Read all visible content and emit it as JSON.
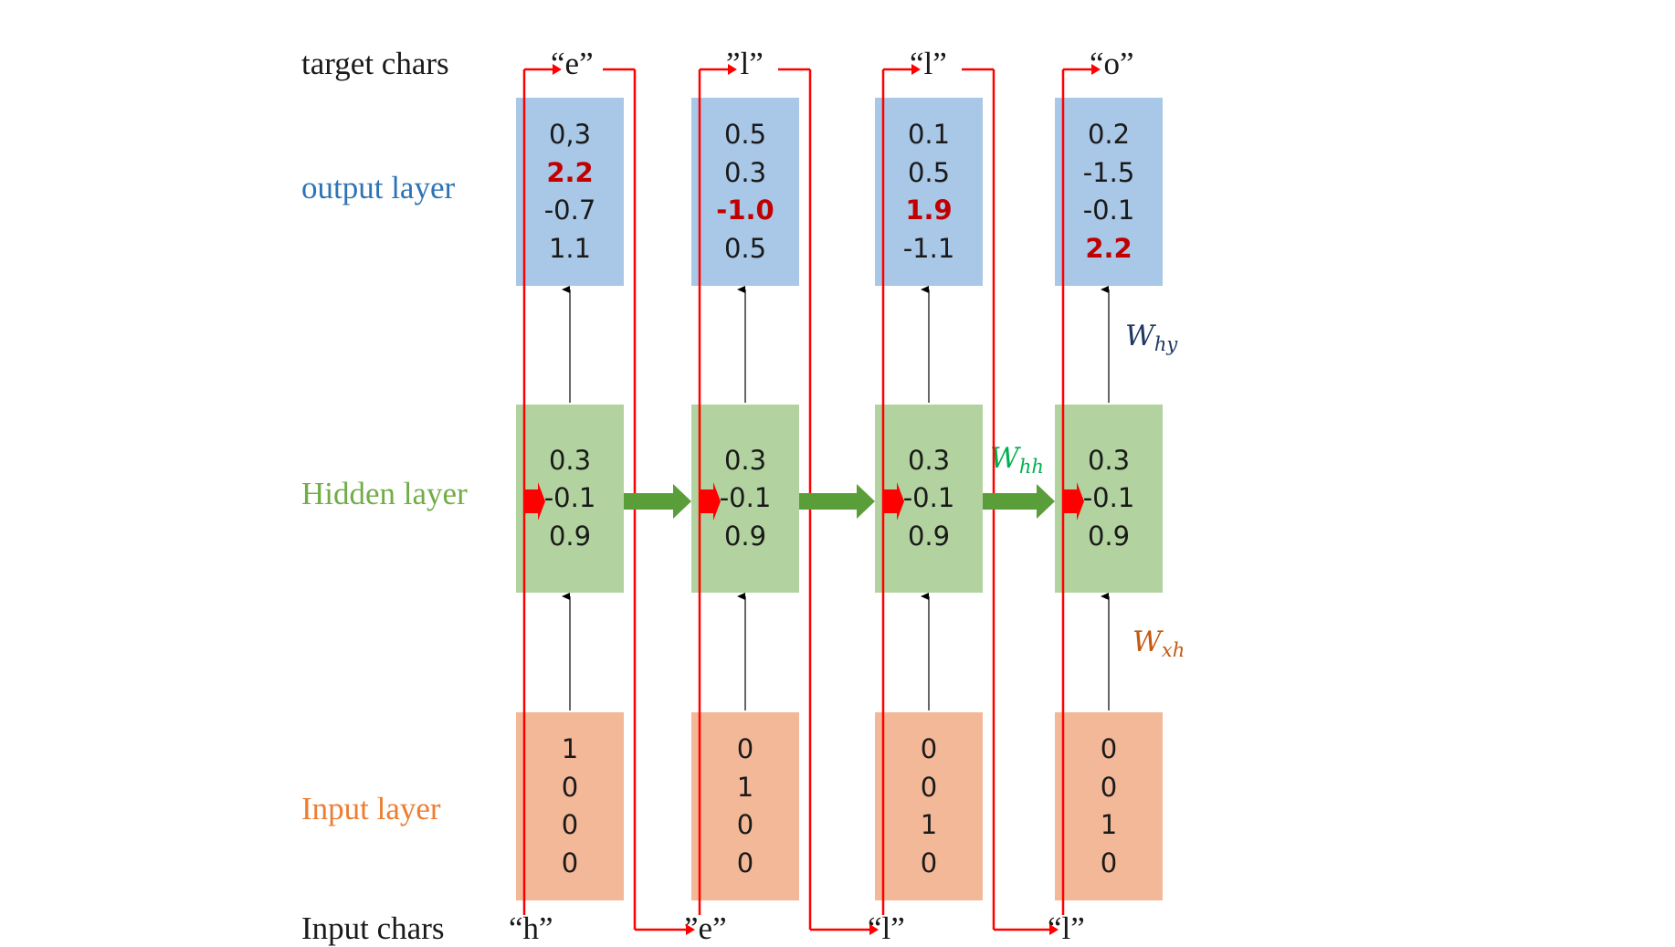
{
  "labels": {
    "target": "target chars",
    "output": "output layer",
    "hidden": "Hidden layer",
    "input": "Input layer",
    "input_chars": "Input chars"
  },
  "target_chars": [
    "“e”",
    "”l”",
    "“l”",
    "“o”"
  ],
  "input_chars": [
    "“h”",
    "”e”",
    "“l”",
    "“l”"
  ],
  "output_values": [
    [
      "0,3",
      "2.2",
      "-0.7",
      "1.1"
    ],
    [
      "0.5",
      "0.3",
      "-1.0",
      "0.5"
    ],
    [
      "0.1",
      "0.5",
      "1.9",
      "-1.1"
    ],
    [
      "0.2",
      "-1.5",
      "-0.1",
      "2.2"
    ]
  ],
  "output_highlight_index": [
    1,
    2,
    2,
    3
  ],
  "hidden_values": [
    [
      "0.3",
      "-0.1",
      "0.9"
    ],
    [
      "0.3",
      "-0.1",
      "0.9"
    ],
    [
      "0.3",
      "-0.1",
      "0.9"
    ],
    [
      "0.3",
      "-0.1",
      "0.9"
    ]
  ],
  "input_values": [
    [
      "1",
      "0",
      "0",
      "0"
    ],
    [
      "0",
      "1",
      "0",
      "0"
    ],
    [
      "0",
      "0",
      "1",
      "0"
    ],
    [
      "0",
      "0",
      "1",
      "0"
    ]
  ],
  "weights": {
    "why": {
      "base": "W",
      "sub": "hy"
    },
    "whh": {
      "base": "W",
      "sub": "hh"
    },
    "wxh": {
      "base": "W",
      "sub": "xh"
    }
  },
  "colors": {
    "output_box": "#a9c7e6",
    "hidden_box": "#b2d3a0",
    "input_box": "#f3b897",
    "highlight": "#c00000",
    "red_line": "#ff0000",
    "green_arrow": "#5a9e3a",
    "output_label": "#2e74b5",
    "hidden_label": "#70ad47",
    "input_label": "#ed7d31",
    "why_label": "#1f3864",
    "whh_label": "#00b050",
    "wxh_label": "#c55a11"
  }
}
